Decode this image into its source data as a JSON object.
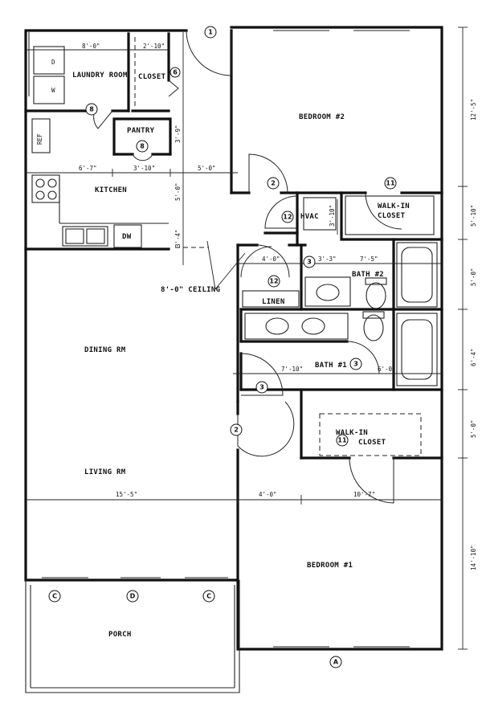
{
  "rooms": {
    "laundry": "LAUNDRY ROOM",
    "closet": "CLOSET",
    "pantry": "PANTRY",
    "kitchen": "KITCHEN",
    "dining": "DINING RM",
    "living": "LIVING RM",
    "porch": "PORCH",
    "bedroom2": "BEDROOM #2",
    "bedroom1": "BEDROOM #1",
    "hvac": "HVAC",
    "walkin_top_1": "WALK-IN",
    "walkin_top_2": "CLOSET",
    "walkin_bot_1": "WALK-IN",
    "walkin_bot_2": "CLOSET",
    "bath2": "BATH #2",
    "bath1": "BATH #1",
    "linen": "LINEN"
  },
  "appliances": {
    "washer": "W",
    "dryer": "D",
    "refrigerator": "REF",
    "dishwasher": "DW"
  },
  "annotations": {
    "ceiling": "8'-0\" CEILING"
  },
  "dimensions": {
    "laundry_w": "8'-0\"",
    "closet_w": "2'-10\"",
    "kitchen_a": "6'-7\"",
    "kitchen_b": "3'-10\"",
    "kitchen_c": "5'-0\"",
    "pantry_h": "3'-9\"",
    "kitchen_h": "5'-0\"",
    "counter_h": "3'-4\"",
    "hvac_h": "3'-10\"",
    "linen_w": "4'-0\"",
    "hall_w": "3'-3\"",
    "bath2_w": "7'-5\"",
    "bath1_w": "7'-10\"",
    "bath1_tub": "6'-0\"",
    "living_w": "15'-5\"",
    "hall_living": "4'-0\"",
    "bed1_w": "10'-7\"",
    "right_1": "12'-5\"",
    "right_2": "5'-10\"",
    "right_3": "5'-0\"",
    "right_4": "6'-4\"",
    "right_5": "5'-0\"",
    "right_6": "14'-10\""
  },
  "tags": {
    "t1": "1",
    "tA": "A",
    "tC1": "C",
    "tD": "D",
    "tC2": "C",
    "d2a": "2",
    "d2b": "2",
    "d3a": "3",
    "d3b": "3",
    "d3c": "3",
    "d6": "6",
    "d8a": "8",
    "d8b": "8",
    "d11a": "11",
    "d11b": "11",
    "d12a": "12",
    "d12b": "12"
  }
}
